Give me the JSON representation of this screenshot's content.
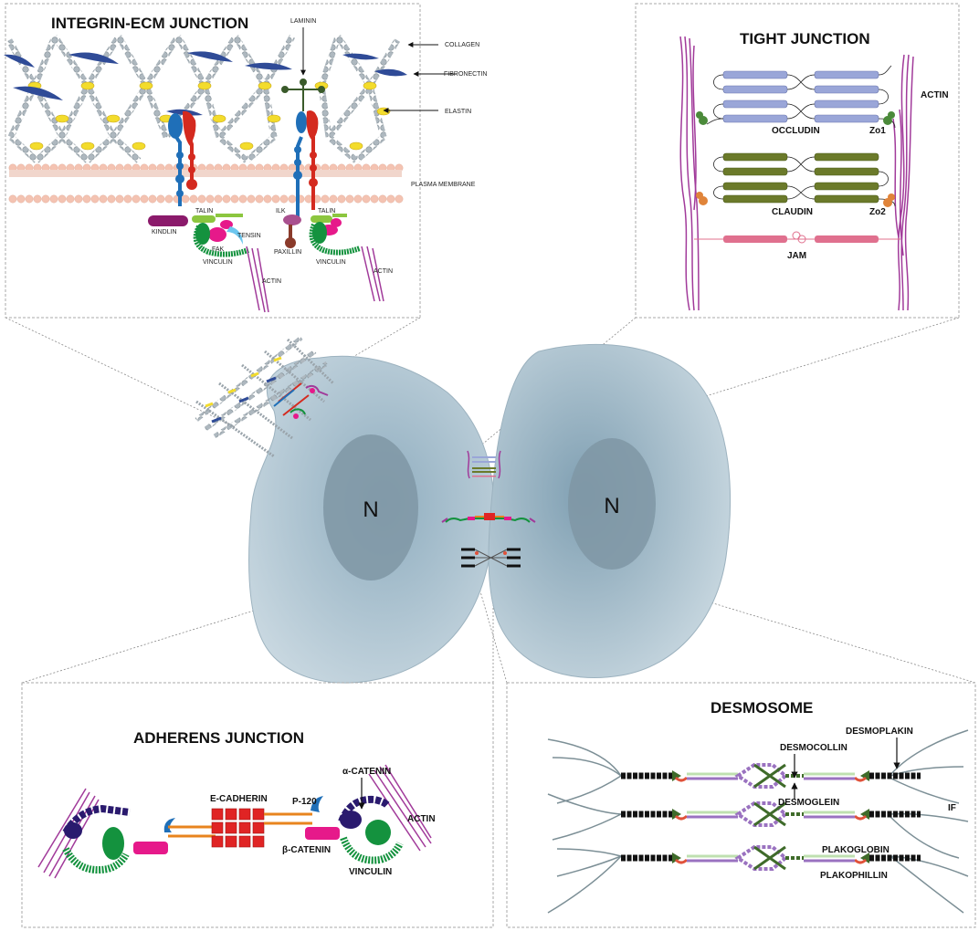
{
  "colors": {
    "cell": "#a9c1cf",
    "cell_edge": "#8aa6b6",
    "nucleus": "#8199a6",
    "collagen": "#aab4bc",
    "fibronectin": "#2f4b97",
    "elastin": "#f3dc2c",
    "membrane": "#f4c3b2",
    "integrin_a": "#1f6fb8",
    "integrin_b": "#d42a1f",
    "actin": "#a13a9a",
    "vinculin": "#14923e",
    "talin": "#8cc63f",
    "fak": "#e6198a",
    "tensin": "#6cc6ee",
    "kindlin": "#8b1a6b",
    "ilk": "#a9508f",
    "paxillin": "#8a3a2a",
    "occludin": "#9aa6d8",
    "claudin": "#6b7a2a",
    "jam": "#e0708e",
    "cadherin": "#e02424",
    "catenin_b": "#e6198a",
    "p120": "#e8841e",
    "catenin_a": "#2a1a6e",
    "desmo_black": "#111111",
    "desmo_green": "#3f6b2a",
    "desmo_purple": "#9a72c0",
    "desmo_red": "#e0523a",
    "if_filament": "#7c8f96"
  },
  "nuclei": {
    "left": "N",
    "right": "N"
  },
  "integrin": {
    "title": "INTEGRIN-ECM JUNCTION",
    "laminin": "LAMININ",
    "collagen": "COLLAGEN",
    "fibronectin": "FIBRONECTIN",
    "elastin": "ELASTIN",
    "membrane": "PLASMA MEMBRANE",
    "kindlin": "KINDLIN",
    "talin_1": "TALIN",
    "tensin": "TENSIN",
    "fak": "FAK",
    "vinculin_1": "VINCULIN",
    "actin_1": "ACTIN",
    "ilk": "ILK",
    "talin_2": "TALIN",
    "paxillin": "PAXILLIN",
    "vinculin_2": "VINCULIN",
    "actin_2": "ACTIN"
  },
  "tight": {
    "title": "TIGHT JUNCTION",
    "actin": "ACTIN",
    "occludin": "OCCLUDIN",
    "zo1": "Zo1",
    "claudin": "CLAUDIN",
    "zo2": "Zo2",
    "jam": "JAM"
  },
  "adherens": {
    "title": "ADHERENS JUNCTION",
    "cadherin": "E-CADHERIN",
    "p120": "P-120",
    "alpha": "α-CATENIN",
    "actin": "ACTIN",
    "beta": "β-CATENIN",
    "vinculin": "VINCULIN"
  },
  "desmosome": {
    "title": "DESMOSOME",
    "desmoplakin": "DESMOPLAKIN",
    "desmocollin": "DESMOCOLLIN",
    "desmoglein": "DESMOGLEIN",
    "if": "IF",
    "plakoglobin": "PLAKOGLOBIN",
    "plakophillin": "PLAKOPHILLIN"
  }
}
